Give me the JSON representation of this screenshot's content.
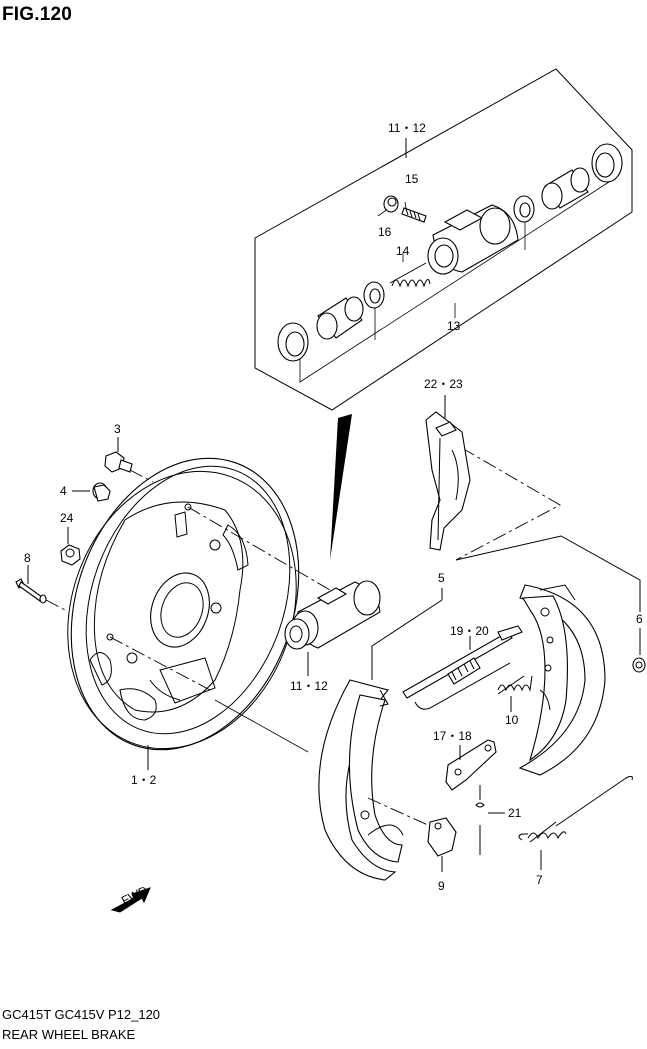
{
  "figure": {
    "title": "FIG.120",
    "model_line": "GC415T GC415V P12_120",
    "caption": "REAR WHEEL BRAKE"
  },
  "callouts": {
    "c11_12_top": "11・12",
    "c15": "15",
    "c16": "16",
    "c14": "14",
    "c13": "13",
    "c22_23": "22・23",
    "c3": "3",
    "c4": "4",
    "c24": "24",
    "c8": "8",
    "c5": "5",
    "c6": "6",
    "c19_20": "19・20",
    "c10": "10",
    "c11_12_bottom": "11・12",
    "c17_18": "17・18",
    "c21": "21",
    "c1_2": "1・2",
    "c9": "9",
    "c7": "7"
  },
  "fwd_label": "FWD",
  "icons": {
    "fwd_arrow": "forward-direction-arrow-icon"
  }
}
